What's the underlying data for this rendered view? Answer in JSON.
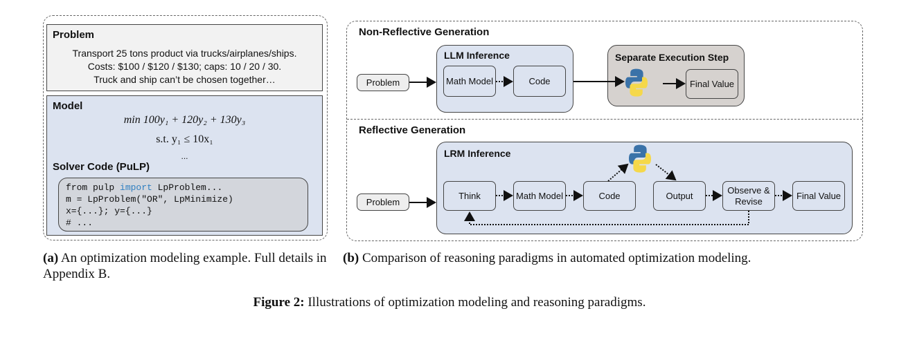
{
  "panel_a": {
    "problem": {
      "title": "Problem",
      "lines": [
        "Transport 25 tons product via trucks/airplanes/ships.",
        "Costs: $100 / $120 / $130; caps: 10 / 20 / 30.",
        "Truck and ship can’t be chosen together…"
      ]
    },
    "model": {
      "title": "Model",
      "objective": "min 100y₁ + 120y₂ + 130y₃",
      "constraint": "s.t.   y₁ ≤ 10x₁",
      "ellipsis": "..."
    },
    "code": {
      "title": "Solver Code (PuLP)",
      "line1_a": "from pulp ",
      "line1_kw": "import",
      "line1_b": " LpProblem...",
      "line2": "m = LpProblem(\"OR\", LpMinimize)",
      "line3": "x={...}; y={...}",
      "line4": "# ..."
    },
    "caption_label": "(a)",
    "caption": " An optimization modeling example. Full details in Appendix B."
  },
  "panel_b": {
    "non_reflective": {
      "title": "Non-Reflective Generation",
      "problem": "Problem",
      "llm_title": "LLM Inference",
      "math_model": "Math Model",
      "code": "Code",
      "exec_title": "Separate Execution Step",
      "final_value": "Final Value"
    },
    "reflective": {
      "title": "Reflective Generation",
      "problem": "Problem",
      "lrm_title": "LRM Inference",
      "think": "Think",
      "math_model": "Math Model",
      "code": "Code",
      "output": "Output",
      "observe": "Observe & Revise",
      "final_value": "Final Value"
    },
    "caption_label": "(b)",
    "caption": " Comparison of reasoning paradigms in automated optimization modeling."
  },
  "figure_caption": {
    "label": "Figure 2:",
    "text": " Illustrations of optimization modeling and reasoning paradigms."
  },
  "colors": {
    "panel_blue": "#dce3f0",
    "problem_grey": "#eeeeee",
    "exec_grey": "#d6d2cf",
    "keyword_blue": "#2f7fc1",
    "python_blue": "#3a72a8",
    "python_yellow": "#f5d84a"
  }
}
